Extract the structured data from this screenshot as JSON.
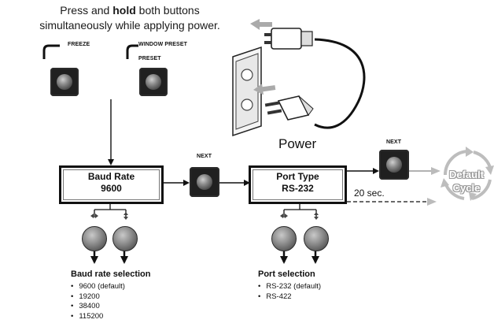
{
  "instruction": {
    "line1_pre": "Press and ",
    "line1_bold": "hold",
    "line1_post": " both buttons",
    "line2": "simultaneously while applying power."
  },
  "buttons": {
    "freeze_label": "FREEZE",
    "window_preset_label": "WINDOW PRESET",
    "preset_label": "PRESET",
    "next_label_1": "NEXT",
    "next_label_2": "NEXT"
  },
  "power_label": "Power",
  "baud_box": {
    "title": "Baud Rate",
    "value": "9600"
  },
  "port_box": {
    "title": "Port Type",
    "value": "RS-232"
  },
  "timeout_label": "20 sec.",
  "default_cycle": {
    "line1": "Default",
    "line2": "Cycle"
  },
  "baud_selection": {
    "title": "Baud rate selection",
    "items": [
      "9600 (default)",
      "19200",
      "38400",
      "115200"
    ]
  },
  "port_selection": {
    "title": "Port selection",
    "items": [
      "RS-232 (default)",
      "RS-422"
    ]
  }
}
